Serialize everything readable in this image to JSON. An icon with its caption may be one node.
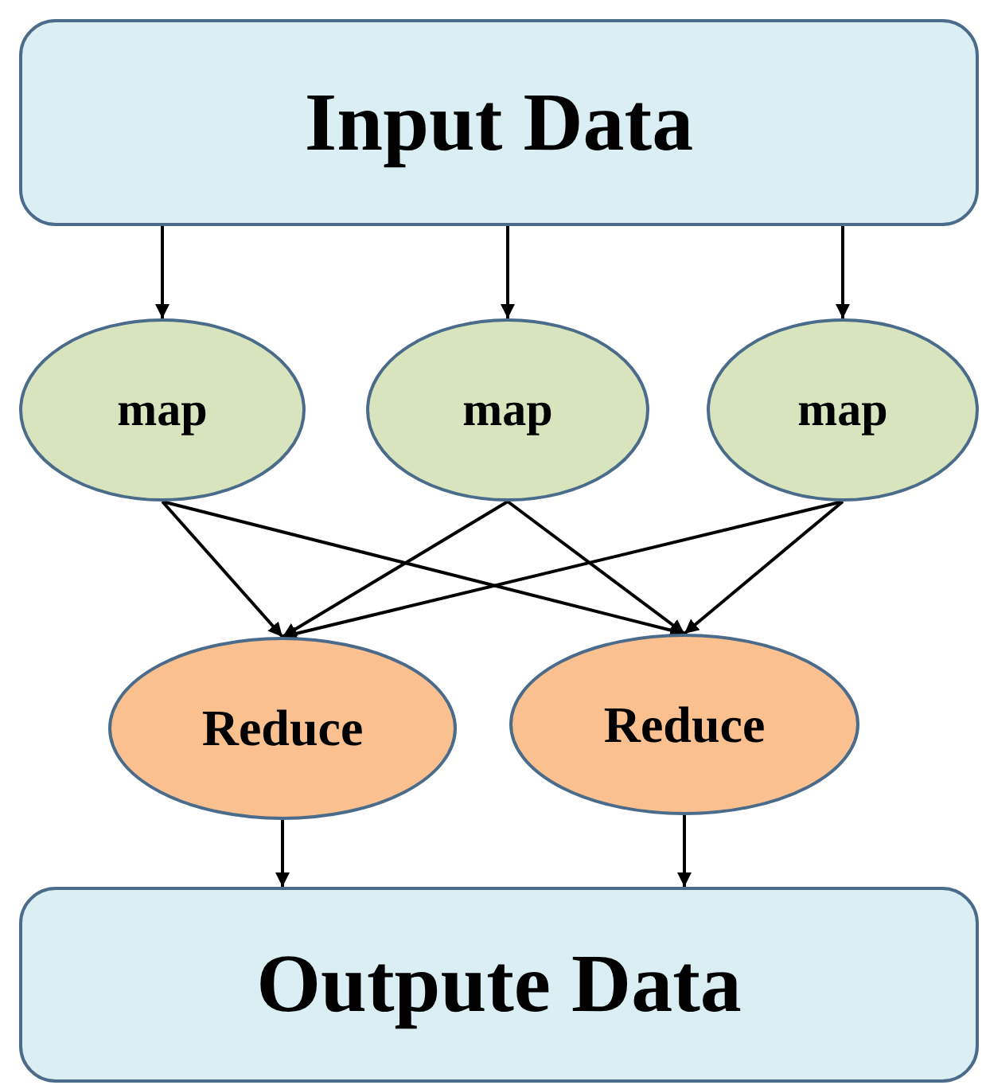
{
  "diagram": {
    "nodes": [
      {
        "text": [
          "Input Data"
        ]
      },
      {
        "text": [
          "map"
        ]
      },
      {
        "text": [
          "map"
        ]
      },
      {
        "text": [
          "map"
        ]
      },
      {
        "text": [
          "Reduce"
        ]
      },
      {
        "text": [
          "Reduce"
        ]
      },
      {
        "text": [
          "Outpute Data"
        ]
      }
    ],
    "edges": [
      {
        "from": 0,
        "to": 1,
        "arrow": "to"
      },
      {
        "from": 0,
        "to": 2,
        "arrow": "to"
      },
      {
        "from": 0,
        "to": 3,
        "arrow": "to"
      },
      {
        "from": 1,
        "to": 4,
        "arrow": "to"
      },
      {
        "from": 1,
        "to": 5,
        "arrow": "to"
      },
      {
        "from": 2,
        "to": 4,
        "arrow": "to"
      },
      {
        "from": 2,
        "to": 5,
        "arrow": "to"
      },
      {
        "from": 3,
        "to": 4,
        "arrow": "to"
      },
      {
        "from": 3,
        "to": 5,
        "arrow": "to"
      },
      {
        "from": 4,
        "to": 6,
        "arrow": "to"
      },
      {
        "from": 5,
        "to": 6,
        "arrow": "to"
      }
    ]
  }
}
